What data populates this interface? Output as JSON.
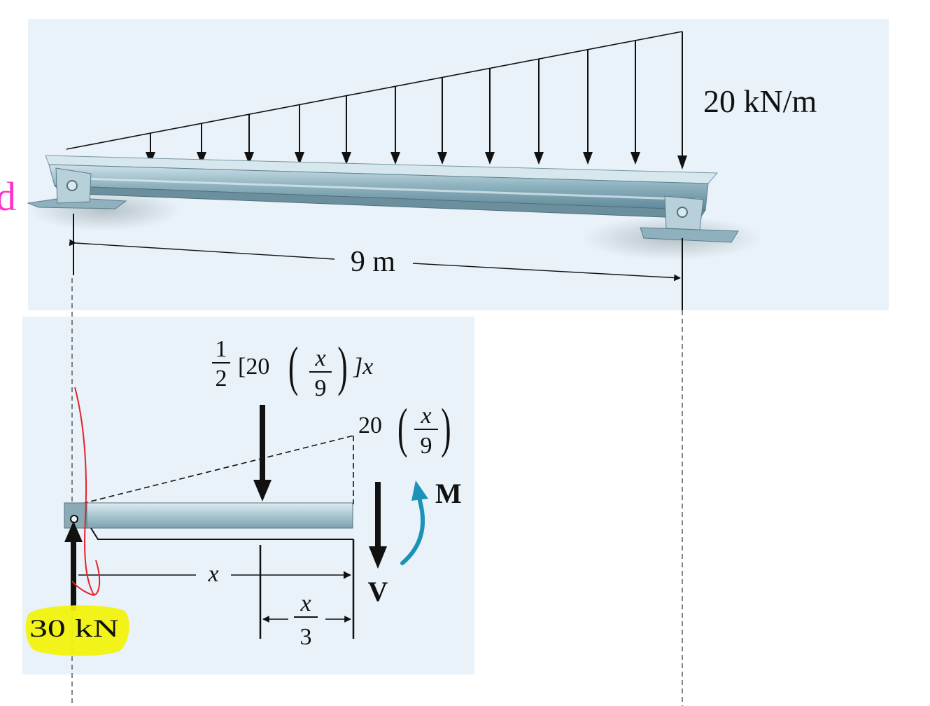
{
  "top_panel": {
    "load_label": "20 kN/m",
    "span_label": "9 m",
    "margin_mark": "d"
  },
  "fbd_panel": {
    "resultant": {
      "half_num": "1",
      "half_den": "2",
      "pre": "[20",
      "frac_num": "x",
      "frac_den": "9",
      "post": "]x"
    },
    "intensity": {
      "coef": "20",
      "frac_num": "x",
      "frac_den": "9"
    },
    "moment_label": "M",
    "shear_label": "V",
    "length_label": "x",
    "third": {
      "num": "x",
      "den": "3"
    },
    "reaction_label": "30 kN"
  },
  "colors": {
    "panel_bg": "#e9f2f8",
    "beam": "#9fc0cc",
    "moment_arrow": "#1b92b8",
    "annotation_red": "#e8202a",
    "highlight": "#f2f20d",
    "margin_mark": "#ff33cc"
  }
}
